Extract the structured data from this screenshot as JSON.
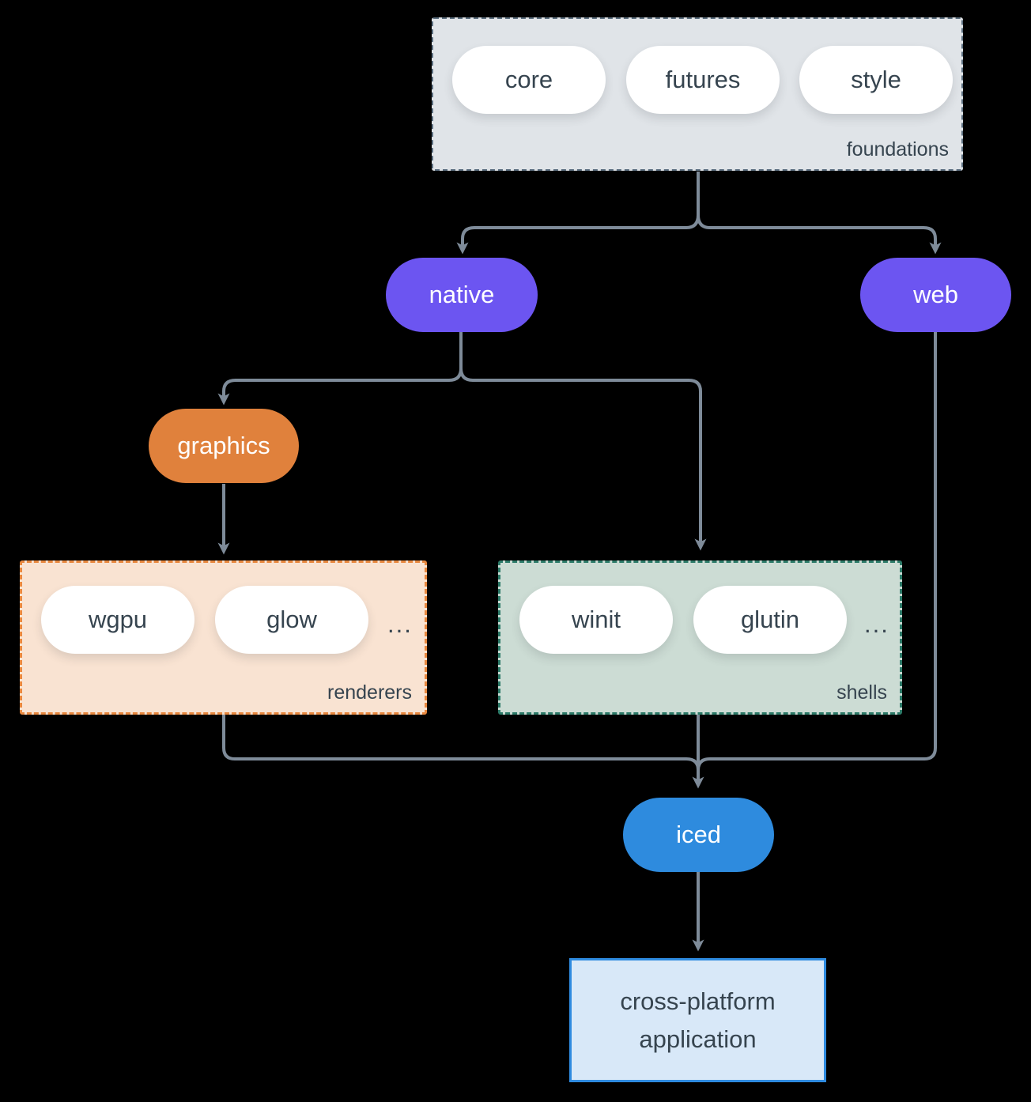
{
  "groups": {
    "foundations": {
      "label": "foundations",
      "pills": [
        "core",
        "futures",
        "style"
      ]
    },
    "renderers": {
      "label": "renderers",
      "pills": [
        "wgpu",
        "glow"
      ],
      "ellipsis": "..."
    },
    "shells": {
      "label": "shells",
      "pills": [
        "winit",
        "glutin"
      ],
      "ellipsis": "..."
    }
  },
  "nodes": {
    "native": {
      "label": "native"
    },
    "web": {
      "label": "web"
    },
    "graphics": {
      "label": "graphics"
    },
    "iced": {
      "label": "iced"
    },
    "application": {
      "label": "cross-platform application"
    }
  },
  "colors": {
    "background": "#000000",
    "arrow": "#7E8B99",
    "text-dark": "#36444F",
    "pill-white": "#FFFFFF",
    "purple": "#6C55F1",
    "orange": "#E0813C",
    "blue": "#2E8BDE",
    "foundations-fill": "#E0E4E8",
    "foundations-border": "#5D7081",
    "renderers-fill": "#F9E3D2",
    "renderers-border": "#E8883F",
    "shells-fill": "#CCDCD4",
    "shells-border": "#2C7A68",
    "app-fill": "#D8E8F8",
    "app-border": "#2F8BE0"
  }
}
